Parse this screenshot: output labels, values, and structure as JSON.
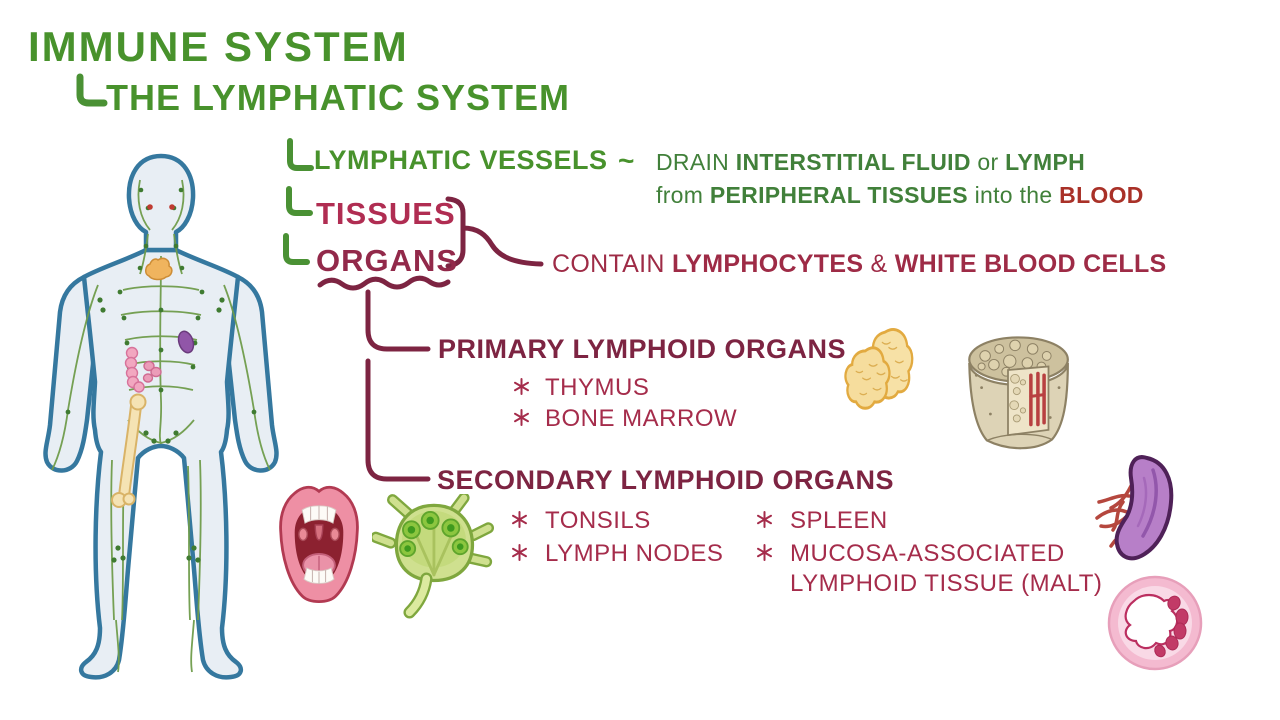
{
  "palette": {
    "green": "#48922c",
    "green_dark": "#41803a",
    "crimson": "#b02d52",
    "maroon": "#a52c4b",
    "maroon_dark": "#7d2442",
    "red": "#a93128"
  },
  "headings": {
    "title": "IMMUNE SYSTEM",
    "subtitle": "THE LYMPHATIC SYSTEM"
  },
  "vessels": {
    "label": "LYMPHATIC VESSELS",
    "tilde": "~",
    "l1_plain1": "DRAIN ",
    "l1_bold1": "INTERSTITIAL FLUID",
    "l1_plain2": " or ",
    "l1_bold2": "LYMPH",
    "l2_plain1": "from ",
    "l2_bold1": "PERIPHERAL TISSUES",
    "l2_plain2": " into the ",
    "l2_red": "BLOOD"
  },
  "tissues_label": "TISSUES",
  "organs_label": "ORGANS",
  "contain": {
    "plain1": "CONTAIN ",
    "bold1": "LYMPHOCYTES",
    "plain2": " & ",
    "bold2": "WHITE BLOOD CELLS"
  },
  "primary": {
    "title": "PRIMARY LYMPHOID ORGANS",
    "items": [
      "THYMUS",
      "BONE MARROW"
    ]
  },
  "secondary": {
    "title": "SECONDARY LYMPHOID ORGANS",
    "items_left": [
      "TONSILS",
      "LYMPH NODES"
    ],
    "items_right": [
      "SPLEEN",
      "MUCOSA-ASSOCIATED LYMPHOID TISSUE (MALT)"
    ]
  },
  "illustrations": {
    "body": "human-body-lymphatic-network",
    "thymus": "thymus",
    "bone": "bone-marrow-cross-section",
    "mouth": "mouth-with-tonsils",
    "lymph_node": "lymph-node",
    "spleen": "spleen",
    "malt": "gut-malt-cross-section"
  }
}
